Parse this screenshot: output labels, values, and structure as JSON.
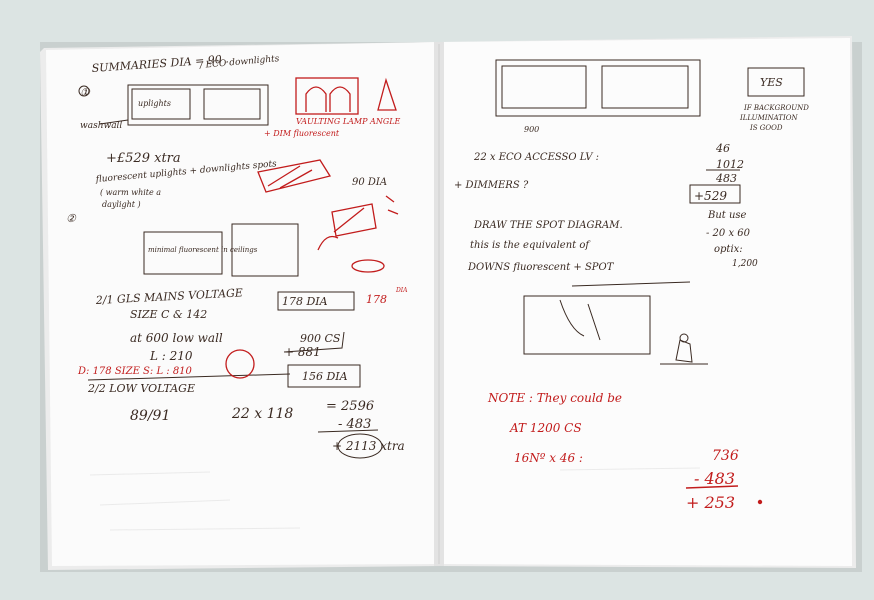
{
  "colors": {
    "background": "#dce4e3",
    "paper": "#fbfbfb",
    "ink_dark": "#3a2a22",
    "ink_red": "#c21c1c"
  },
  "left_page": {
    "heading": "SUMMARIES  DIA = 90 .",
    "eco_downlights": "/ ECO downlights",
    "item_1": "①",
    "washwall": "washwall",
    "uplights": "uplights",
    "vaulting_lamp": "VAULTING LAMP ANGLE",
    "dim_fluorescent": "+ DIM fluorescent",
    "price_529": "+£529  xtra",
    "fluorescent_uplights": "fluorescent uplights  +  downlights spots",
    "warm_white": "( warm white a",
    "daylight": "daylight )",
    "dia_90": "90 DIA",
    "item_2": "②",
    "minimal_fluorescent": "minimal fluorescent in ceilings",
    "gls_line": "2/1   GLS MAINS VOLTAGE",
    "size_line": "SIZE  C & 142",
    "dia_178_box": "178 DIA",
    "dia_178": "178",
    "dia_sup": "DIA",
    "at_600": "at 600 low wall",
    "cs_900": "900 CS",
    "l_210": "L : 210",
    "plus_881": "+ 881",
    "red_178": "D: 178  SIZE  S: L : 810",
    "low_voltage": "2/2   LOW VOLTAGE",
    "dia_156": "156 DIA",
    "ratio": "89/91",
    "x_118": "22 x 118",
    "val_2596": "= 2596",
    "val_483": "- 483",
    "val_2113": "+ 2113 xtra"
  },
  "right_page": {
    "yes": "YES",
    "if_background": "IF BACKGROUND",
    "illumination": "ILLUMINATION",
    "is_good": "IS GOOD",
    "num_900": "900",
    "eco_line": "22  x ECO ACCESSO        LV :",
    "v46": "46",
    "v1012": "1012",
    "v483": "483",
    "v529": "+529",
    "dimmers": "+ DIMMERS ?",
    "draw_line": "DRAW  THE  SPOT  DIAGRAM.",
    "this_line": "this   is  the  equivalent  of",
    "downs_line": "DOWNS  fluorescent  +  SPOT",
    "but_use": "But use",
    "spec_20x60": "- 20 x 60",
    "optix": "optix:",
    "n1200": "1,200",
    "note": "NOTE :  They could be",
    "at_1200": "AT   1200  CS",
    "calc": "16Nº  x  46 :",
    "r736": "736",
    "r483": "- 483",
    "r253": "+ 253"
  }
}
